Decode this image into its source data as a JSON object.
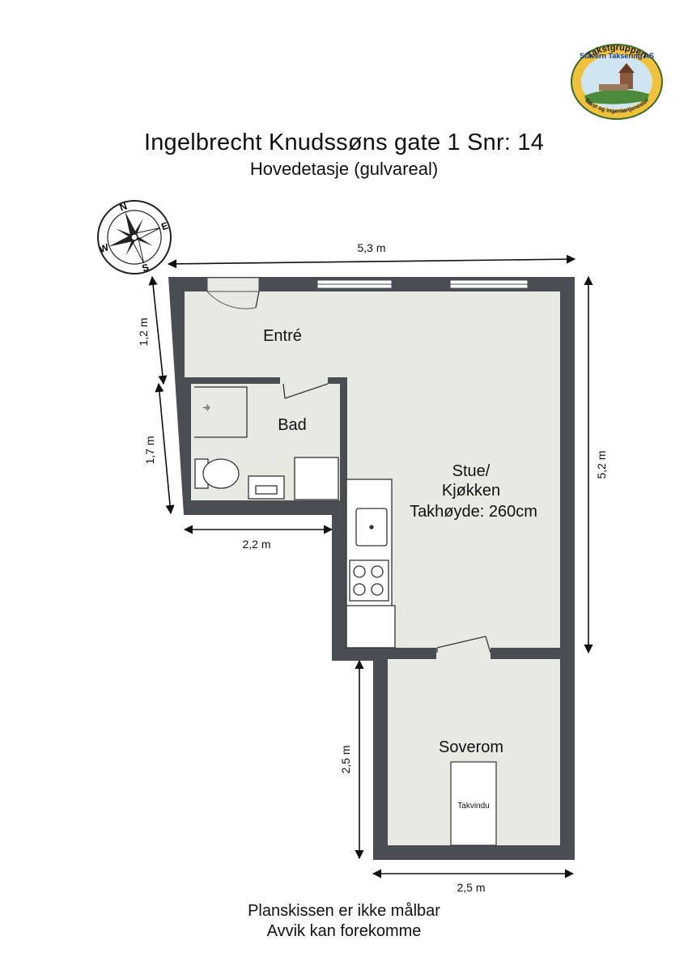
{
  "header": {
    "title": "Ingelbrecht Knudssøns gate 1 Snr: 14",
    "subtitle": "Hovedetasje (gulvareal)"
  },
  "logo": {
    "top_text": "Takstgruppen",
    "mid_text": "Stavern Taksering AS",
    "bottom_text": "Takst og ingeniørtjenester"
  },
  "compass": {
    "north": "N",
    "east": "E",
    "south": "S",
    "west": "W"
  },
  "rooms": {
    "entre": "Entré",
    "bad": "Bad",
    "stue_line1": "Stue/",
    "stue_line2": "Kjøkken",
    "stue_line3": "Takhøyde: 260cm",
    "soverom": "Soverom",
    "takvindu": "Takvindu"
  },
  "dimensions": {
    "top_width": "5,3 m",
    "left_upper": "1,2 m",
    "left_lower": "1,7 m",
    "bath_width": "2,2 m",
    "right_height": "5,2 m",
    "bedroom_height": "2,5 m",
    "bedroom_width": "2,5 m"
  },
  "footer": {
    "line1": "Planskissen er ikke målbar",
    "line2": "Avvik kan forekomme"
  }
}
